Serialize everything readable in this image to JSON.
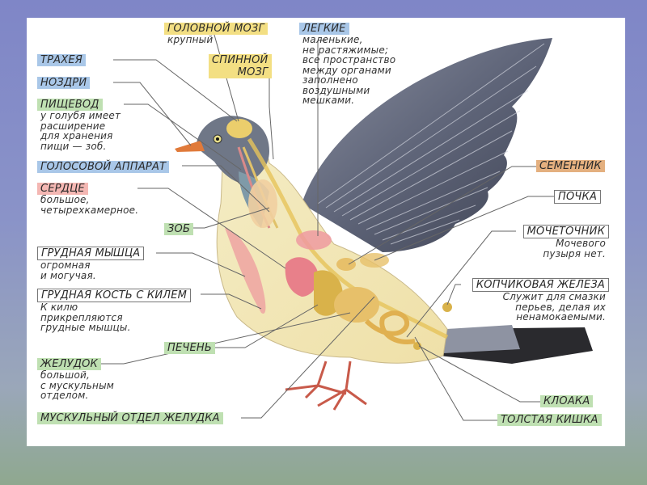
{
  "labels": {
    "trachea": "ТРАХЕЯ",
    "nostrils": "НОЗДРИ",
    "esophagus": "ПИЩЕВОД",
    "esophagus_desc": [
      "у голубя имеет",
      "расширение",
      "для хранения",
      "пищи — зоб."
    ],
    "voice": "ГОЛОСОВОЙ АППАРАТ",
    "heart": "СЕРДЦЕ",
    "heart_desc": [
      "большое,",
      "четырехкамерное."
    ],
    "crop": "ЗОБ",
    "pectoral": "ГРУДНАЯ МЫШЦА",
    "pectoral_desc": [
      "огромная",
      "и могучая."
    ],
    "sternum": "ГРУДНАЯ КОСТЬ С КИЛЕМ",
    "sternum_desc": [
      "К килю",
      "прикрепляются",
      "грудные мышцы."
    ],
    "liver": "ПЕЧЕНЬ",
    "stomach": "ЖЕЛУДОК",
    "stomach_desc": [
      "большой,",
      "с мускульным",
      "отделом."
    ],
    "gizzard": "МУСКУЛЬНЫЙ ОТДЕЛ ЖЕЛУДКА",
    "brain": "ГОЛОВНОЙ МОЗГ",
    "brain_desc": "крупный",
    "spinal": [
      "СПИННОЙ",
      "МОЗГ"
    ],
    "lungs": "ЛЕГКИЕ",
    "lungs_desc": [
      "маленькие,",
      "не растяжимые;",
      "все пространство",
      "между органами",
      "заполнено",
      "воздушными",
      "мешками."
    ],
    "testis": "СЕМЕННИК",
    "kidney": "ПОЧКА",
    "ureter": "МОЧЕТОЧНИК",
    "ureter_desc": [
      "Мочевого",
      "пузыря нет."
    ],
    "uropygial": "КОПЧИКОВАЯ ЖЕЛЕЗА",
    "uropygial_desc": [
      "Служит для смазки",
      "перьев, делая их",
      "ненамокаемыми."
    ],
    "cloaca": "КЛОАКА",
    "colon": "ТОЛСТАЯ КИШКА"
  },
  "colors": {
    "blue": "#a9c7e8",
    "yellow": "#f3df83",
    "green": "#bfe0b2",
    "pink": "#f4b7b3",
    "orange": "#e4b07f"
  }
}
